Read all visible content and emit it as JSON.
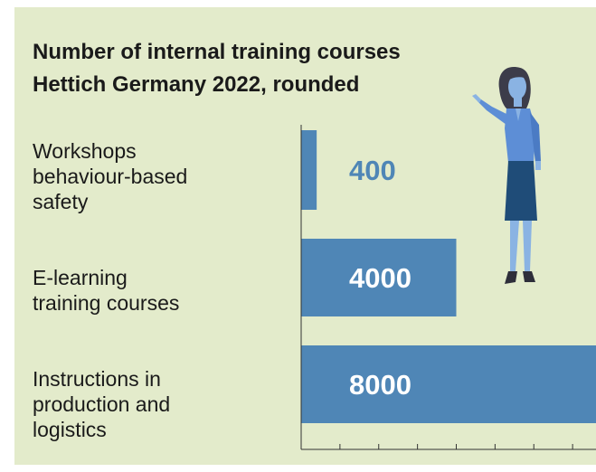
{
  "chart_data": {
    "type": "bar",
    "orientation": "horizontal",
    "title_lines": [
      "Number of internal training courses",
      "Hettich Germany 2022, rounded"
    ],
    "categories": [
      [
        "Workshops",
        "behaviour-based",
        "safety"
      ],
      [
        "E-learning",
        "training courses"
      ],
      [
        "Instructions in",
        "production and",
        "logistics"
      ]
    ],
    "values": [
      400,
      4000,
      8000
    ],
    "value_labels": [
      "400",
      "4000",
      "8000"
    ],
    "xlim": [
      0,
      8000
    ],
    "grid": false,
    "bar_color": "#4f86b6",
    "label_colors": [
      "#4f86b6",
      "#ffffff",
      "#ffffff"
    ]
  },
  "colors": {
    "background": "#e3ebcb",
    "text": "#1a1a1a",
    "axis": "#333333"
  },
  "illustration": {
    "icon": "presenting-woman-icon"
  }
}
